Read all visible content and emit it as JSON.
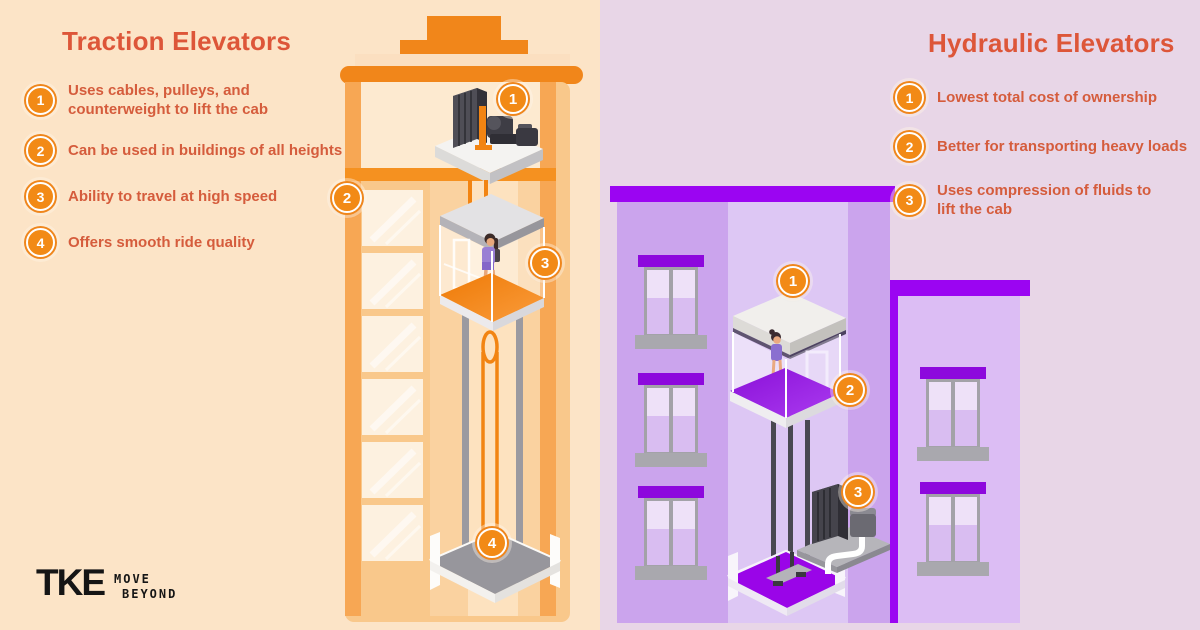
{
  "left_panel": {
    "title": "Traction Elevators",
    "items": [
      {
        "num": "1",
        "text": "Uses cables, pulleys, and\ncounterweight to lift the cab"
      },
      {
        "num": "2",
        "text": "Can be used in buildings of all heights"
      },
      {
        "num": "3",
        "text": "Ability to travel at high speed"
      },
      {
        "num": "4",
        "text": "Offers smooth ride quality"
      }
    ],
    "diagram_badges": [
      "1",
      "2",
      "3",
      "4"
    ],
    "background": "#fce4c7",
    "accent": "#f28412"
  },
  "right_panel": {
    "title": "Hydraulic Elevators",
    "items": [
      {
        "num": "1",
        "text": "Lowest total cost of ownership"
      },
      {
        "num": "2",
        "text": "Better for transporting heavy loads"
      },
      {
        "num": "3",
        "text": "Uses compression of fluids to\nlift the cab"
      }
    ],
    "diagram_badges": [
      "1",
      "2",
      "3"
    ],
    "background": "#e8d6e7",
    "accent": "#9b05f2"
  },
  "brand": {
    "logo": "TKE",
    "tagline_line1": "MOVE",
    "tagline_line2": "BEYOND"
  },
  "colors": {
    "heading_text": "#dd5639",
    "body_text": "#d55c3c",
    "badge_orange": "#f28a16",
    "purple_bar": "#9b05f2",
    "left_background": "#fce4c7",
    "right_background": "#e8d6e7"
  }
}
